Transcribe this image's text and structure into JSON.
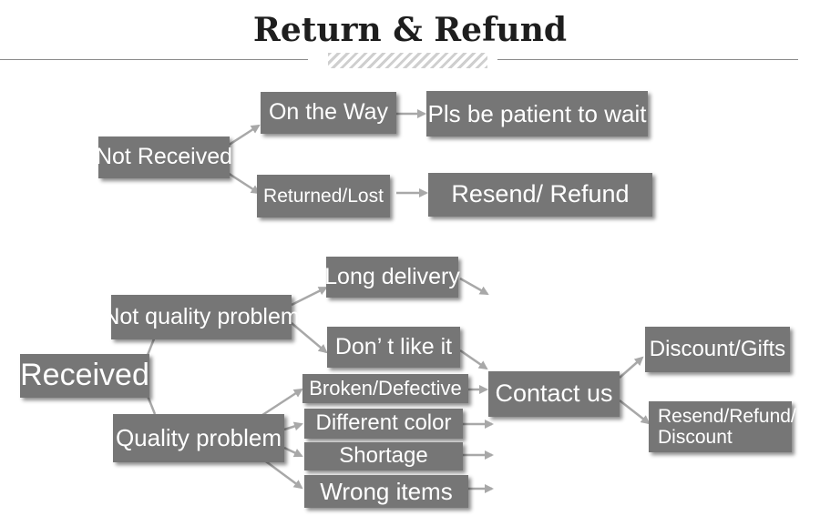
{
  "title": "Return & Refund",
  "nodes": {
    "not_received": "Not Received",
    "on_the_way": "On the Way",
    "pls_wait": "Pls be patient to wait",
    "returned_lost": "Returned/Lost",
    "resend_refund": "Resend/ Refund",
    "received": "Received",
    "not_quality": "Not quality problem",
    "long_delivery": "Long delivery",
    "dont_like": "Don’ t like it",
    "quality_problem": "Quality problem",
    "broken": "Broken/Defective",
    "different_color": "Different color",
    "shortage": "Shortage",
    "wrong_items": "Wrong items",
    "contact_us": "Contact us",
    "discount_gifts": "Discount/Gifts",
    "resend_refund_discount": "Resend/Refund/ Discount"
  },
  "colors": {
    "box": "#767676",
    "arrow": "#a8a8a8",
    "text": "#ffffff"
  }
}
